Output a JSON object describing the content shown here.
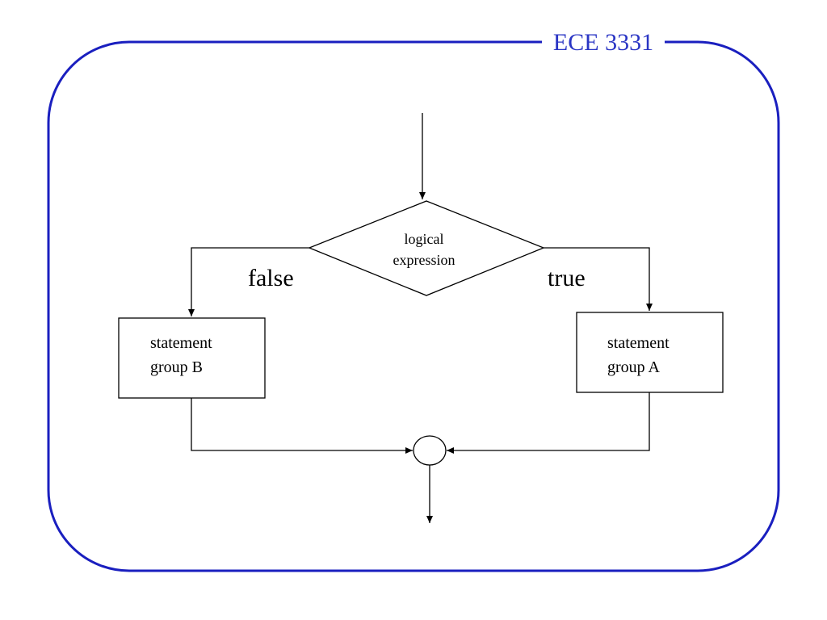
{
  "header": {
    "course_label": "ECE 3331"
  },
  "flowchart": {
    "decision": {
      "line1": "logical",
      "line2": "expression"
    },
    "false_label": "false",
    "true_label": "true",
    "box_false": {
      "line1": "statement",
      "line2": "group B"
    },
    "box_true": {
      "line1": "statement",
      "line2": "group A"
    }
  },
  "colors": {
    "frame": "#1a1fbf",
    "course_label": "#2a35c4",
    "lines": "#000000"
  }
}
